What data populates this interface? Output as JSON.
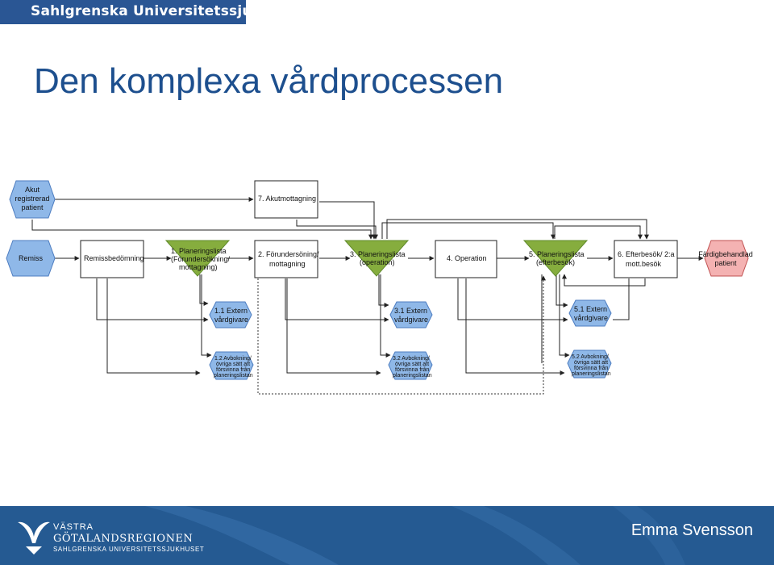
{
  "header": {
    "org_name": "Sahlgrenska Universitetssjukhuset"
  },
  "slide": {
    "title": "Den komplexa vårdprocessen"
  },
  "diagram": {
    "nodes": {
      "akut_patient": [
        "Akut",
        "registrerad",
        "patient"
      ],
      "akutmottagning": [
        "7. Akutmottagning"
      ],
      "remiss": [
        "Remiss"
      ],
      "remissbedomning": [
        "Remissbedömning"
      ],
      "planeringslista_1": [
        "1. Planeringslista",
        "(Förundersökning/",
        "mottagning)"
      ],
      "forundersokning": [
        "2. Förundersöning/",
        "mottagning"
      ],
      "planeringslista_3": [
        "3. Planeringslista",
        "(operation)"
      ],
      "operation": [
        "4. Operation"
      ],
      "planeringslista_5": [
        "5. Planeringslista",
        "(efterbesök)"
      ],
      "efterbesok": [
        "6. Efterbesök/ 2:a",
        "mott.besök"
      ],
      "fardigbehandlad": [
        "Färdigbehandlad",
        "patient"
      ],
      "extern_1": [
        "1.1 Extern",
        "vårdgivare"
      ],
      "extern_3": [
        "3.1 Extern",
        "vårdgivare"
      ],
      "extern_5": [
        "5.1 Extern",
        "vårdgivare"
      ],
      "avbokning_1": [
        "1.2 Avbokning/",
        "övriga sätt att",
        "försvinna från",
        "planeringslistan"
      ],
      "avbokning_3": [
        "3.2 Avbokning/",
        "övriga sätt att",
        "försvinna från",
        "planeringslistan"
      ],
      "avbokning_5": [
        "5.2 Avbokning/",
        "övriga sätt att",
        "försvinna från",
        "planeringslistan"
      ]
    },
    "colors": {
      "event_fill": "#8fb8e8",
      "event_stroke": "#4c7cc0",
      "end_fill": "#f4b2b2",
      "end_stroke": "#c05050",
      "queue_fill": "#86ad3e",
      "task_fill": "#ffffff",
      "line": "#222222"
    }
  },
  "footer": {
    "org_line1": "VÄSTRA",
    "org_line2": "GÖTALANDSREGIONEN",
    "org_line3": "SAHLGRENSKA UNIVERSITETSSJUKHUSET",
    "author": "Emma Svensson"
  }
}
